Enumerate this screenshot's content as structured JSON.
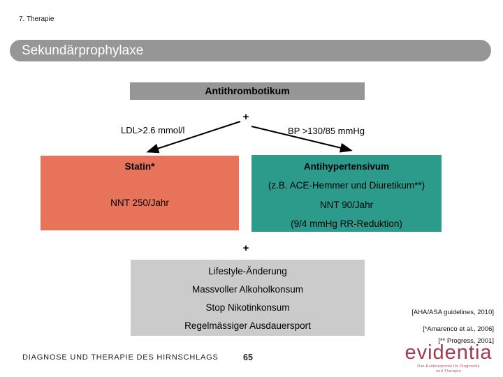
{
  "slide": {
    "section": "7. Therapie",
    "title": "Sekundärprophylaxe",
    "diagram": {
      "top_box": "Antithrombotikum",
      "plus_top": "+",
      "left_condition": "LDL>2.6 mmol/l",
      "right_condition": "BP >130/85 mmHg",
      "statin_box": {
        "title": "Statin*",
        "nnt": "NNT 250/Jahr"
      },
      "antihypertensivum_box": {
        "title": "Antihypertensivum",
        "subtitle": "(z.B. ACE-Hemmer und Diuretikum**)",
        "nnt": "NNT 90/Jahr",
        "note": "(9/4 mmHg RR-Reduktion)"
      },
      "plus_bottom": "+",
      "lifestyle_box": {
        "lines": [
          "Lifestyle-Änderung",
          "Massvoller Alkoholkonsum",
          "Stop Nikotinkonsum",
          "Regelmässiger Ausdauersport"
        ]
      }
    },
    "citations": [
      "[AHA/ASA guidelines, 2010]",
      "[*Amarenco et al., 2006]",
      "[** Progress, 2001]"
    ],
    "footer": {
      "title": "DIAGNOSE UND THERAPIE DES HIRNSCHLAGS",
      "page_number": "65"
    },
    "logo": {
      "name": "evidentia",
      "tagline_line1": "Das Evidenzportal für Diagnostik",
      "tagline_line2": "und Therapie"
    }
  },
  "colors": {
    "title_bar": "#969696",
    "top_box": "#969696",
    "statin_box": "#E6735A",
    "antihypertensivum_box": "#2D9B8C",
    "lifestyle_box": "#CBCBCB",
    "arrow": "#000000",
    "logo_red": "#A03C50"
  }
}
